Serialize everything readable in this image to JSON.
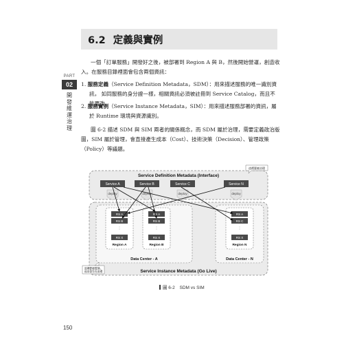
{
  "sidebar": {
    "part_label": "PART",
    "part_number": "02",
    "part_title": "開發維運治理"
  },
  "section": {
    "number": "6.2",
    "title": "定義與實例"
  },
  "body": {
    "intro": "一個「訂單服務」開發好之後，被部署到 Region A 與 B，然後開始營運，創造收入。在服務目錄裡面會包含兩個資訊：",
    "items": [
      {
        "index": "1.",
        "term": "服務定義",
        "desc_a": "（Service Definition Metadata，SDM）：用來描述服務的唯一識別資訊，",
        "desc_b": "如同服務的身分證一樣，相關資訊必須被註冊到 Service Catalog，而且不能更改。"
      },
      {
        "index": "2.",
        "term": "服務實例",
        "desc_a": "（Service Instance Metadata，SIM）：用來描述服務部署的資訊，屬",
        "desc_b": "於 Runtime 環境與資源識別。"
      }
    ],
    "explain": "圖 6-2 描述 SDM 與 SIM 兩者的關係概念，而 SDM 屬於治理，需要定義政治版圖，SIM 屬於管理，會直接產生成本（Cost）、技術決策（Decision）、管理政策（Policy）等議題。"
  },
  "diagram": {
    "sdm_title": "Service Definition Metadata (Interface)",
    "sim_title": "Service Instance Metadata (Go Live)",
    "note_top": "這裡要被治理",
    "note_bottom_line1": "這裡要被管理，",
    "note_bottom_line2": "成本發生在這裡",
    "services": [
      "Service A",
      "Service B",
      "Service C",
      "Service N"
    ],
    "deploy_label": "deploy",
    "regions": [
      {
        "rs": [
          "RS A",
          "RS B",
          "RS X"
        ],
        "name": "Region A"
      },
      {
        "rs": [
          "RS A",
          "RS B",
          "RS X"
        ],
        "name": "Region B"
      },
      {
        "rs": [
          "RS A",
          "RS C",
          "RS X"
        ],
        "name": "Region N"
      }
    ],
    "data_centers": [
      "Data Center - A",
      "Data Center - N"
    ]
  },
  "caption": {
    "label": "圖 6-2",
    "text": "SDM vs SIM"
  },
  "page_number": "150",
  "colors": {
    "dark_box": "#4a4a4a",
    "panel": "#ebebeb",
    "heading_bar": "#e6e6e6"
  }
}
